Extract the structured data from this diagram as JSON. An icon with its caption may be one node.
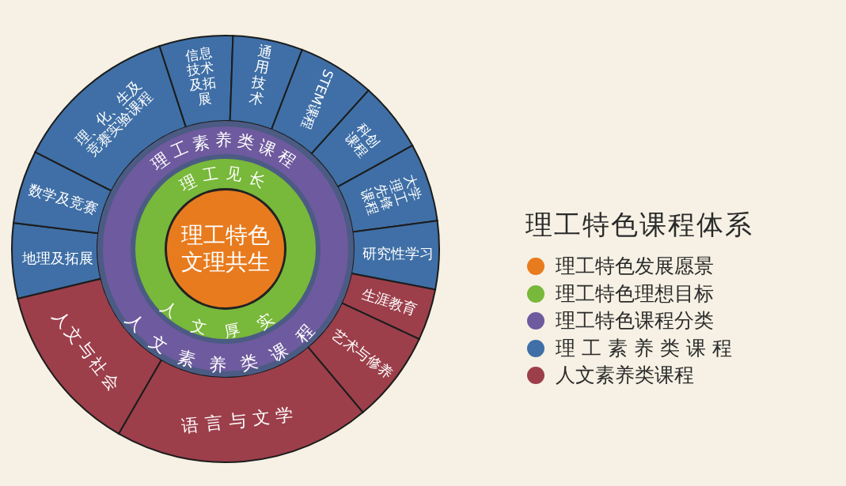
{
  "diagram": {
    "title": "理工特色课程体系",
    "nodes": [
      {
        "text": [
          "理工素养类课程",
          "人文素养类课程"
        ]
      },
      {
        "text": [
          "理工见长",
          "人文厚实"
        ],
        "in": 0
      },
      {
        "text": [
          "理工特色文理共生"
        ],
        "in": 1
      },
      {
        "text": [
          "地理及拓展"
        ]
      },
      {
        "text": [
          "数学及竞赛"
        ]
      },
      {
        "text": [
          "理、化、生及竞赛实验课程"
        ]
      },
      {
        "text": [
          "信息技术及拓展"
        ]
      },
      {
        "text": [
          "通用技术"
        ]
      },
      {
        "text": [
          "STEM课程"
        ]
      },
      {
        "text": [
          "科创课程"
        ]
      },
      {
        "text": [
          "大学理工先锋课程"
        ]
      },
      {
        "text": [
          "研究性学习"
        ]
      },
      {
        "text": [
          "生涯教育"
        ]
      },
      {
        "text": [
          "艺术与修养"
        ]
      },
      {
        "text": [
          "语言与文学"
        ]
      },
      {
        "text": [
          "人文与社会"
        ]
      }
    ],
    "legend": [
      {
        "text": "理工特色发展愿景",
        "color": "#e87b1e"
      },
      {
        "text": "理工特色理想目标",
        "color": "#78b83a"
      },
      {
        "text": "理工特色课程分类",
        "color": "#6e5a9e"
      },
      {
        "text": "理 工 素 养 类 课 程",
        "color": "#3f6fa6"
      },
      {
        "text": "人文素养类课程",
        "color": "#9c3f4b"
      }
    ]
  }
}
